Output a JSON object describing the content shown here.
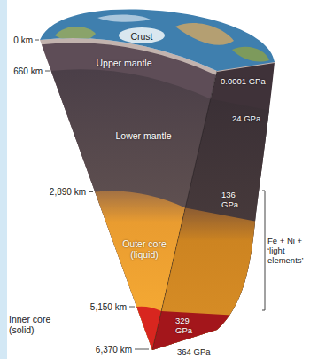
{
  "diagram": {
    "nodes": [
      {
        "text": [
          "Crust"
        ]
      },
      {
        "text": [
          "Upper mantle"
        ]
      },
      {
        "text": [
          "Lower mantle"
        ]
      },
      {
        "text": [
          "Outer core (liquid)"
        ]
      },
      {
        "text": [
          "Inner core (solid)"
        ]
      }
    ],
    "labels": [
      "0 km",
      "660 km",
      "2,890 km",
      "5,150 km",
      "6,370 km",
      "0.0001 GPa",
      "24 GPa",
      "136 GPa",
      "329 GPa",
      "364 GPa",
      "Fe + Ni + ‘light elements’"
    ]
  }
}
